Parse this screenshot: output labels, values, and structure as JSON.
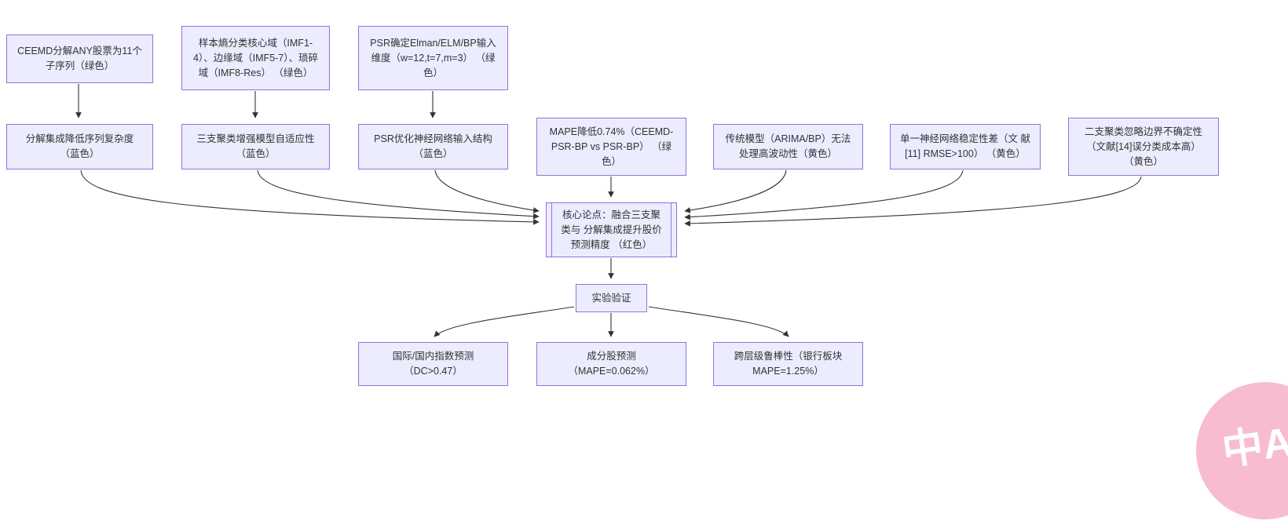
{
  "diagram_title": "",
  "nodes": {
    "n1": "CEEMD分解ANY股票为11个 子序列（绿色）",
    "n2": "样本熵分类核心域（IMF1-4）、边缘域（IMF5-7）、琐碎域（IMF8-Res） （绿色）",
    "n3": "PSR确定Elman/ELM/BP输入 维度（w=12,t=7,m=3） （绿色）",
    "n4": "分解集成降低序列复杂度 （蓝色）",
    "n5": "三支聚类增强模型自适应性 （蓝色）",
    "n6": "PSR优化神经网络输入结构 （蓝色）",
    "n7": "MAPE降低0.74%（CEEMD-PSR-BP vs PSR-BP） （绿色）",
    "n8": "传统模型（ARIMA/BP）无法 处理高波动性（黄色）",
    "n9": "单一神经网络稳定性差（文 献[11] RMSE>100） （黄色）",
    "n10": "二支聚类忽略边界不确定性 （文献[14]误分类成本高） （黄色）",
    "core": "核心论点：融合三支聚类与 分解集成提升股价预测精度 （红色）",
    "exp": "实验验证",
    "n11": "国际/国内指数预测 （DC>0.47）",
    "n12": "成分股预测 （MAPE=0.062%）",
    "n13": "跨层级鲁棒性（银行板块 MAPE=1.25%）"
  },
  "badge": {
    "label": "中A"
  },
  "colors": {
    "node_fill": "#ECECFF",
    "node_border": "#9370DB",
    "edge": "#333333",
    "badge_pink": "#F8BCD2",
    "core_text": "#333333"
  }
}
